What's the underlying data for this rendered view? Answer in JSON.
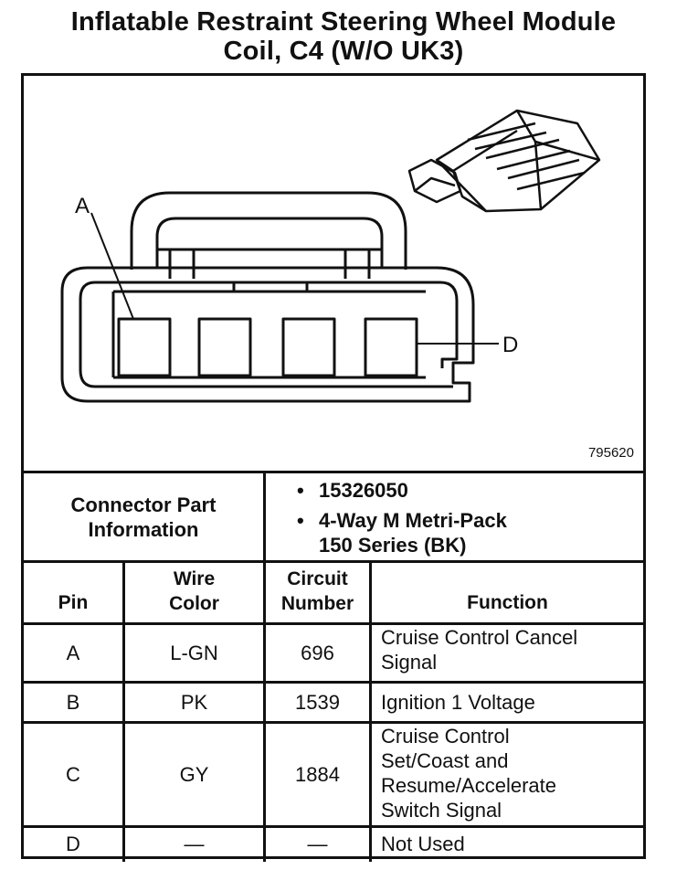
{
  "title": {
    "line1": "Inflatable Restraint Steering Wheel Module",
    "line2": "Coil, C4 (W/O UK3)"
  },
  "diagram": {
    "figure_id": "795620",
    "pin_label_a": "A",
    "pin_label_d": "D"
  },
  "connector_info": {
    "label_line1": "Connector Part",
    "label_line2": "Information",
    "bullet": "•",
    "part_number": "15326050",
    "description_line1": "4-Way M Metri-Pack",
    "description_line2": "150 Series (BK)"
  },
  "table": {
    "headers": {
      "pin": "Pin",
      "wire_line1": "Wire",
      "wire_line2": "Color",
      "circuit_line1": "Circuit",
      "circuit_line2": "Number",
      "function": "Function"
    },
    "rows": [
      {
        "pin": "A",
        "wire": "L-GN",
        "circuit": "696",
        "function_lines": [
          "Cruise Control Cancel",
          "Signal"
        ]
      },
      {
        "pin": "B",
        "wire": "PK",
        "circuit": "1539",
        "function_lines": [
          "Ignition 1 Voltage"
        ]
      },
      {
        "pin": "C",
        "wire": "GY",
        "circuit": "1884",
        "function_lines": [
          "Cruise Control",
          "Set/Coast and",
          "Resume/Accelerate",
          "Switch Signal"
        ]
      },
      {
        "pin": "D",
        "wire": "—",
        "circuit": "—",
        "function_lines": [
          "Not Used"
        ]
      }
    ]
  }
}
